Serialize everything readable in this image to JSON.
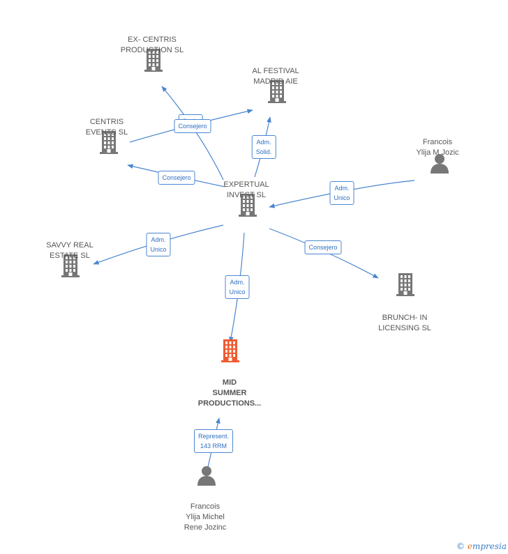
{
  "colors": {
    "edge": "#4a86d0",
    "building": "#777777",
    "focus": "#f05a30",
    "person": "#777777"
  },
  "nodes": [
    {
      "id": "ex-centris",
      "label": "EX- CENTRIS\nPRODUCTION SL",
      "icon": "building-icon"
    },
    {
      "id": "al-festival",
      "label": "AL FESTIVAL\nMADRID AIE",
      "icon": "building-icon"
    },
    {
      "id": "centris-events",
      "label": "CENTRIS\nEVENTS  SL",
      "icon": "building-icon"
    },
    {
      "id": "francois-ylija-m",
      "label": "Francois\nYlija M Jozic",
      "icon": "person-icon"
    },
    {
      "id": "expertual",
      "label": "EXPERTUAL\nINVEST  SL",
      "icon": "building-icon"
    },
    {
      "id": "savvy",
      "label": "SAVVY REAL\nESTATE  SL",
      "icon": "building-icon"
    },
    {
      "id": "brunch-in",
      "label": "BRUNCH- IN\nLICENSING  SL",
      "icon": "building-icon"
    },
    {
      "id": "mid-summer",
      "label": "MID\nSUMMER\nPRODUCTIONS...",
      "icon": "building-icon"
    },
    {
      "id": "francois-ylija-michel",
      "label": "Francois\nYlija Michel\nRene Jozinc",
      "icon": "person-icon"
    }
  ],
  "edges": [
    {
      "from": "expertual",
      "to": "ex-centris",
      "label": "Socio"
    },
    {
      "from": "centris-events",
      "to": "al-festival",
      "label": "Consejero"
    },
    {
      "from": "expertual",
      "to": "al-festival",
      "label": "Adm.\nSolid."
    },
    {
      "from": "expertual",
      "to": "centris-events",
      "label": "Consejero"
    },
    {
      "from": "francois-ylija-m",
      "to": "expertual",
      "label": "Adm.\nUnico"
    },
    {
      "from": "expertual",
      "to": "savvy",
      "label": "Adm.\nUnico"
    },
    {
      "from": "expertual",
      "to": "brunch-in",
      "label": "Consejero"
    },
    {
      "from": "expertual",
      "to": "mid-summer",
      "label": "Adm.\nUnico"
    },
    {
      "from": "francois-ylija-michel",
      "to": "mid-summer",
      "label": "Represent.\n143 RRM"
    }
  ],
  "brand": {
    "copyright": "©",
    "initial": "e",
    "rest": "mpresia"
  }
}
